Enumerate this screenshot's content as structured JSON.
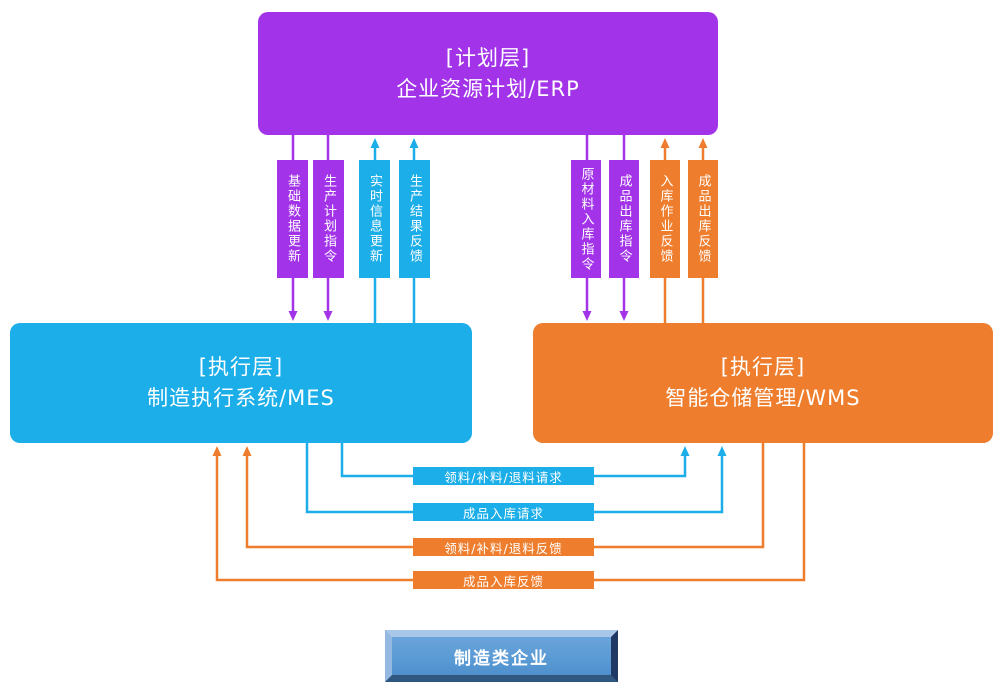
{
  "colors": {
    "plan_layer_purple": "#a233e9",
    "mes_blue": "#1caee8",
    "wms_orange": "#ee7e2d",
    "enterprise_button_face": "#5b9bd5"
  },
  "boxes": {
    "erp": {
      "tag": "[计划层]",
      "name": "企业资源计划/ERP"
    },
    "mes": {
      "tag": "[执行层]",
      "name": "制造执行系统/MES"
    },
    "wms": {
      "tag": "[执行层]",
      "name": "智能仓储管理/WMS"
    },
    "enterprise": {
      "name": "制造类企业"
    }
  },
  "erp_mes_flows": [
    {
      "label": "基础数据更新",
      "direction": "erp-to-mes",
      "color": "purple"
    },
    {
      "label": "生产计划指令",
      "direction": "erp-to-mes",
      "color": "purple"
    },
    {
      "label": "实时信息更新",
      "direction": "mes-to-erp",
      "color": "blue"
    },
    {
      "label": "生产结果反馈",
      "direction": "mes-to-erp",
      "color": "blue"
    }
  ],
  "erp_wms_flows": [
    {
      "label": "原材料入库指令",
      "direction": "erp-to-wms",
      "color": "purple"
    },
    {
      "label": "成品出库指令",
      "direction": "erp-to-wms",
      "color": "purple"
    },
    {
      "label": "入库作业反馈",
      "direction": "wms-to-erp",
      "color": "orange"
    },
    {
      "label": "成品出库反馈",
      "direction": "wms-to-erp",
      "color": "orange"
    }
  ],
  "mes_wms_flows": [
    {
      "label": "领料/补料/退料请求",
      "direction": "mes-to-wms",
      "color": "blue"
    },
    {
      "label": "成品入库请求",
      "direction": "mes-to-wms",
      "color": "blue"
    },
    {
      "label": "领料/补料/退料反馈",
      "direction": "wms-to-mes",
      "color": "orange"
    },
    {
      "label": "成品入库反馈",
      "direction": "wms-to-mes",
      "color": "orange"
    }
  ]
}
